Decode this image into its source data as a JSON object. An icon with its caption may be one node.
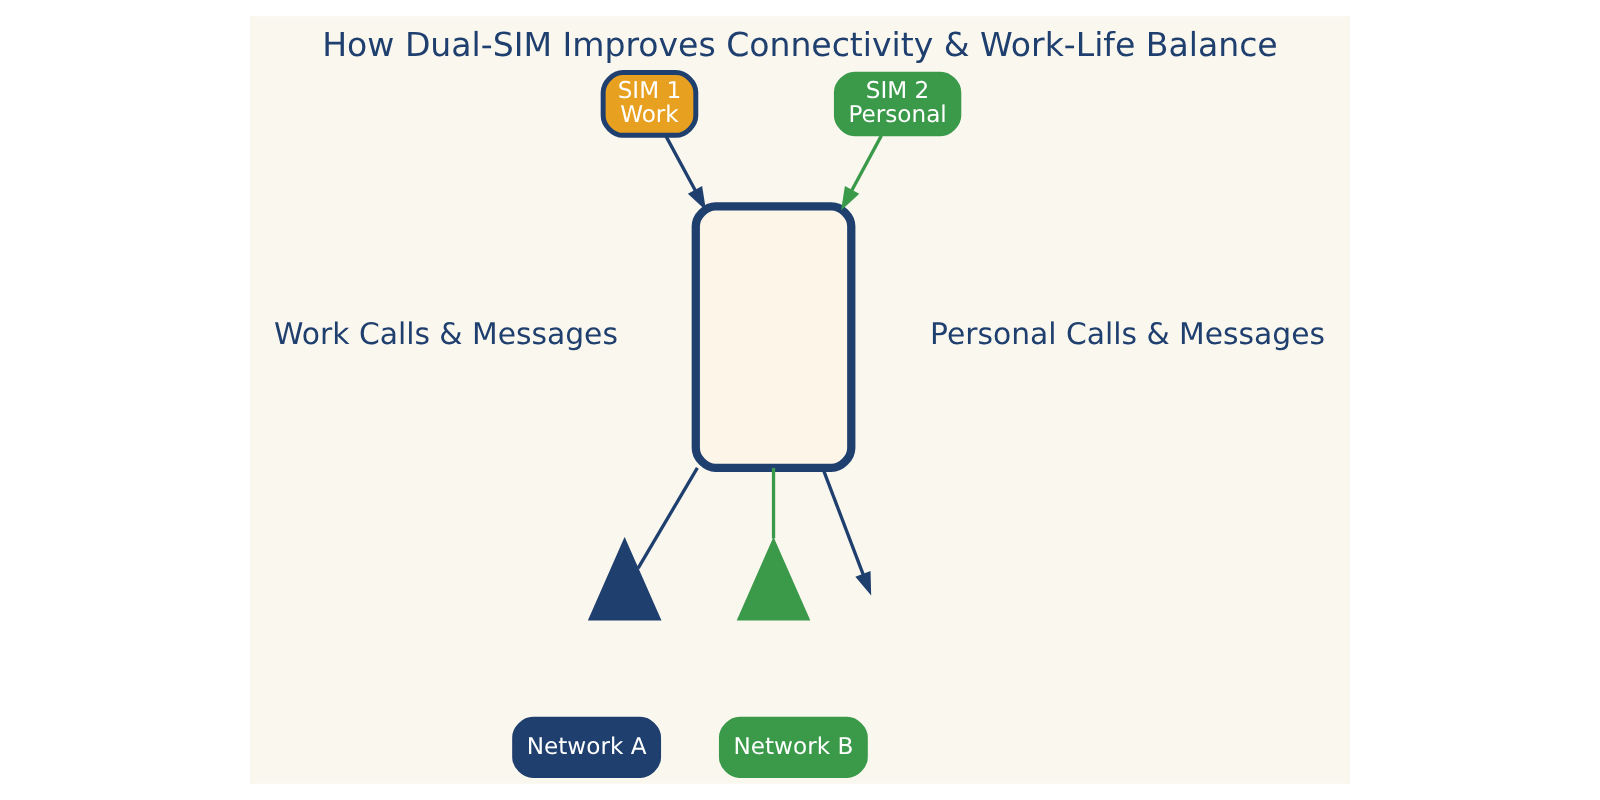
{
  "diagram": {
    "title": "How Dual-SIM Improves Connectivity & Work-Life Balance",
    "nodes": [
      {
        "text": [
          "SIM 1",
          "Work"
        ]
      },
      {
        "text": [
          "SIM 2",
          "Personal"
        ]
      },
      {
        "text": [
          "Work Calls & Messages"
        ]
      },
      {
        "text": [
          "Personal Calls & Messages"
        ]
      },
      {
        "text": [],
        "shape": "box"
      },
      {
        "text": [],
        "shape": "tower"
      },
      {
        "text": [],
        "shape": "tower"
      },
      {
        "text": [
          "Network A"
        ]
      },
      {
        "text": [
          "Network B"
        ]
      }
    ],
    "edges": [
      {
        "from": 0,
        "to": 4,
        "arrow": "to"
      },
      {
        "from": 1,
        "to": 4,
        "arrow": "to",
        "color": "#3a9a4a"
      },
      {
        "from": 4,
        "to": 5,
        "arrow": "none"
      },
      {
        "from": 4,
        "to": null,
        "arrow": "to"
      },
      {
        "from": 4,
        "to": 6,
        "arrow": "none",
        "color": "#3a9a4a"
      }
    ]
  }
}
